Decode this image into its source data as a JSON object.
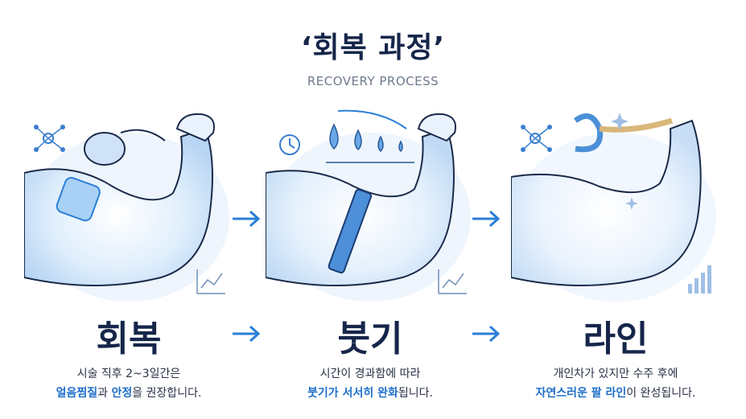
{
  "header": {
    "title": "‘회복 과정’",
    "subtitle": "RECOVERY PROCESS"
  },
  "steps": [
    {
      "title": "회복",
      "line1": "시술 직후 2~3일간은",
      "line2_hl1": "얼음찜질",
      "line2_t1": "과 ",
      "line2_hl2": "안정",
      "line2_t2": "을 권장합니다.",
      "icons": [
        "network-icon",
        "ice-pack-icon",
        "cold-gel-pad-icon",
        "chart-icon"
      ]
    },
    {
      "title": "붓기",
      "line1": "시간이 경과함에 따라",
      "line2_hl1": "붓기가 서서히 완화",
      "line2_t1": "됩니다.",
      "icons": [
        "clock-icon",
        "water-drops-icon",
        "measuring-tape-icon",
        "chart-icon"
      ]
    },
    {
      "title": "라인",
      "line1": "개인차가 있지만 수주 후에",
      "line2_hl1": "자연스러운 팔 라인",
      "line2_t1": "이 완성됩니다.",
      "icons": [
        "network-icon",
        "ribbon-icon",
        "sparkle-icon",
        "bar-chart-icon"
      ]
    }
  ],
  "colors": {
    "navy": "#16264a",
    "highlight": "#1f6fc9",
    "arm_light": "#e8f1fb",
    "arm_mid": "#bcd6f3",
    "accent": "#2b7fd6"
  }
}
